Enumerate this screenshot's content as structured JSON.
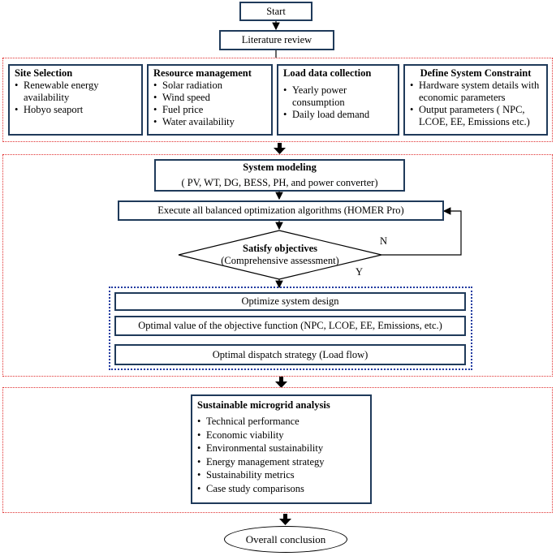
{
  "start": "Start",
  "literature": "Literature review",
  "site": {
    "title": "Site Selection",
    "items": [
      "Renewable energy availability",
      "Hobyo seaport"
    ]
  },
  "resource": {
    "title": "Resource management",
    "items": [
      "Solar radiation",
      "Wind speed",
      "Fuel price",
      "Water availability"
    ]
  },
  "load": {
    "title": "Load data collection",
    "items": [
      "Yearly power consumption",
      "Daily load demand"
    ]
  },
  "constraint": {
    "title": "Define System Constraint",
    "items": [
      "Hardware system details with economic parameters",
      "Output parameters ( NPC, LCOE, EE, Emissions etc.)"
    ]
  },
  "modeling": {
    "title": "System modeling",
    "subtitle": "( PV, WT, DG, BESS, PH, and power converter)"
  },
  "execute": "Execute all balanced optimization algorithms (HOMER Pro)",
  "decision": {
    "title": "Satisfy objectives",
    "subtitle": "(Comprehensive assessment)",
    "no_label": "N",
    "yes_label": "Y"
  },
  "optimize": "Optimize system design",
  "optimal_value": "Optimal value of the objective function (NPC, LCOE, EE, Emissions, etc.)",
  "dispatch": "Optimal dispatch strategy (Load flow)",
  "analysis": {
    "title": "Sustainable microgrid analysis",
    "items": [
      "Technical performance",
      "Economic viability",
      "Environmental sustainability",
      "Energy management strategy",
      "Sustainability metrics",
      "Case study comparisons"
    ]
  },
  "conclusion": "Overall conclusion"
}
